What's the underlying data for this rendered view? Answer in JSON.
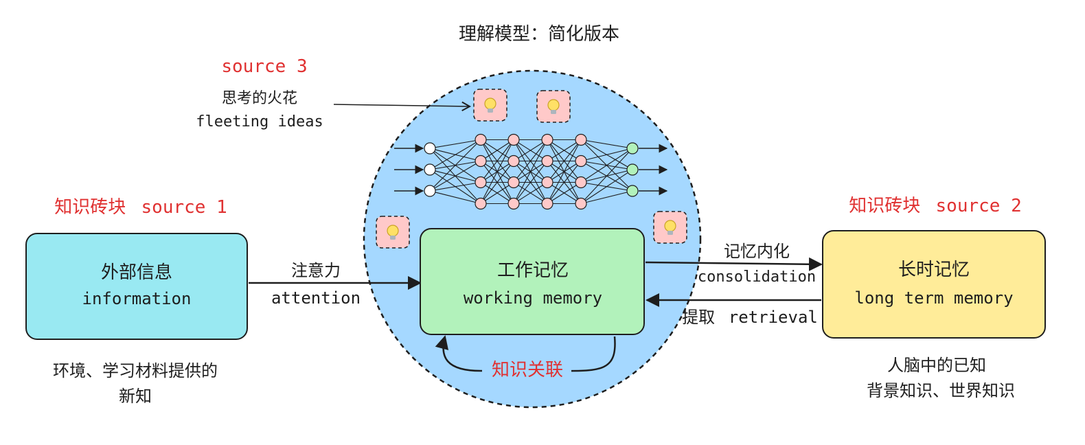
{
  "title": "理解模型：简化版本",
  "source3": {
    "label": "source 3",
    "zh": "思考的火花",
    "en": "fleeting ideas"
  },
  "external": {
    "tag_zh": "知识砖块",
    "tag_en": "source 1",
    "title_zh": "外部信息",
    "title_en": "information",
    "desc_line1": "环境、学习材料提供的",
    "desc_line2": "新知"
  },
  "working": {
    "title_zh": "工作记忆",
    "title_en": "working memory",
    "loop_label": "知识关联"
  },
  "longterm": {
    "tag_zh": "知识砖块",
    "tag_en": "source 2",
    "title_zh": "长时记忆",
    "title_en": "long term memory",
    "desc_line1": "人脑中的已知",
    "desc_line2": "背景知识、世界知识"
  },
  "attention": {
    "zh": "注意力",
    "en": "attention"
  },
  "consolidation": {
    "zh": "记忆内化",
    "en": "consolidation"
  },
  "retrieval": {
    "zh": "提取",
    "en": "retrieval"
  },
  "colors": {
    "circle_fill": "#a5d8ff",
    "external_fill": "#99e9f2",
    "working_fill": "#b2f2bb",
    "longterm_fill": "#ffec99",
    "accent_red": "#e03131",
    "node_pink": "#ffc9c9",
    "node_green": "#b2f2bb",
    "bulb_bg": "#ffc9c9"
  },
  "icons": {
    "idea": "lightbulb-icon"
  },
  "network": {
    "layers": [
      3,
      4,
      4,
      4,
      4,
      3
    ]
  }
}
